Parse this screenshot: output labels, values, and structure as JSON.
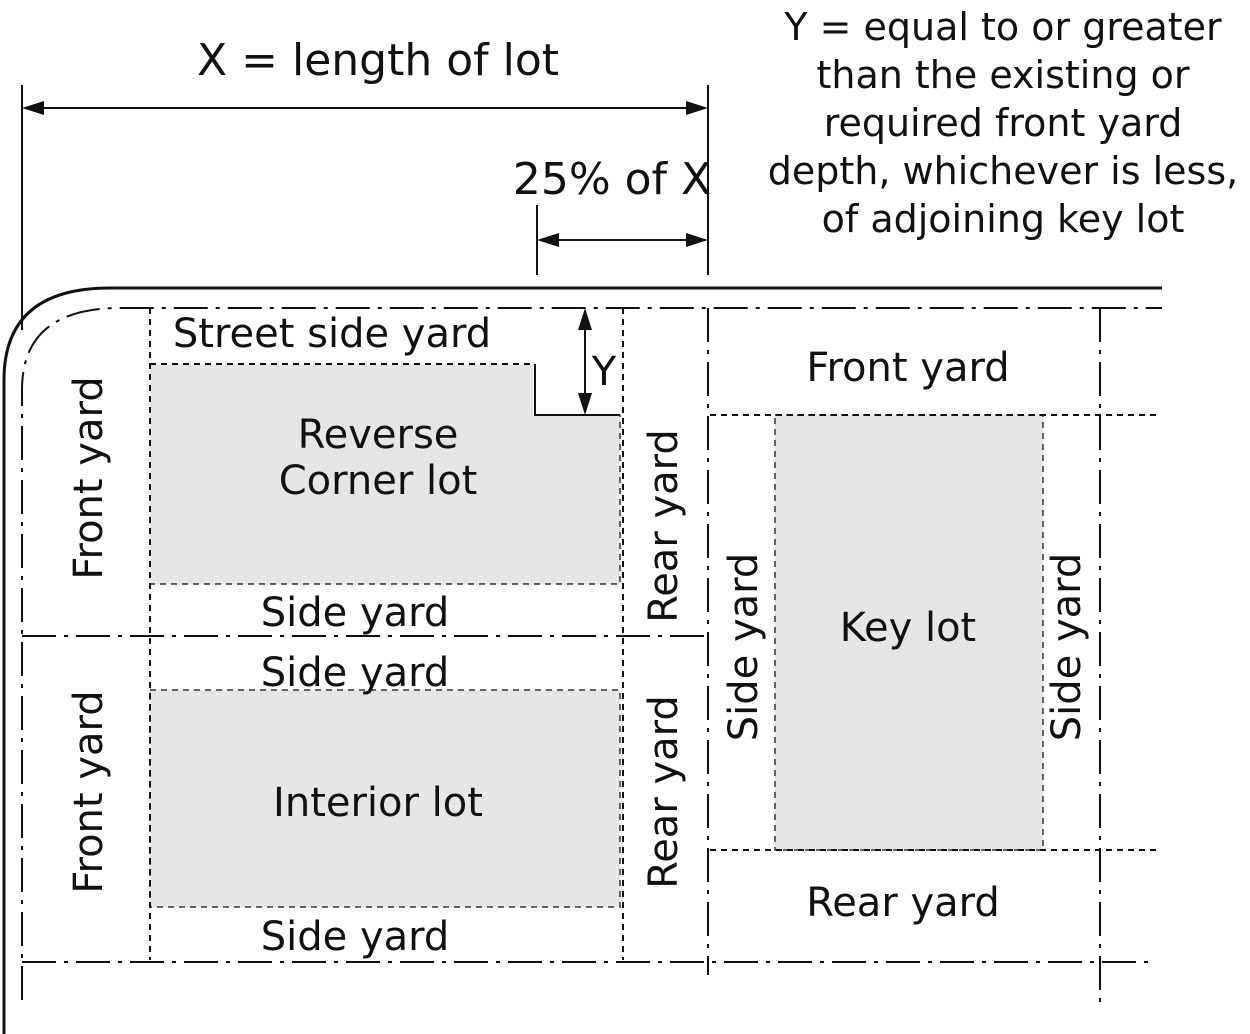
{
  "annotations": {
    "x_definition": "X = length of lot",
    "pct_label": "25% of X",
    "y_label": "Y",
    "y_definition_lines": [
      "Y = equal to or greater",
      "than the existing or",
      "required front yard",
      "depth, whichever is less,",
      "of adjoining key lot"
    ]
  },
  "reverse_corner": {
    "lot_label_lines": [
      "Reverse",
      "Corner lot"
    ],
    "street_side_yard": "Street side yard",
    "front_yard": "Front yard",
    "side_yard": "Side yard",
    "rear_yard": "Rear yard"
  },
  "interior": {
    "lot_label": "Interior lot",
    "front_yard": "Front yard",
    "side_yard_top": "Side yard",
    "side_yard_bottom": "Side yard",
    "rear_yard": "Rear yard"
  },
  "key": {
    "lot_label": "Key lot",
    "front_yard": "Front yard",
    "side_yard_left": "Side yard",
    "side_yard_right": "Side yard",
    "rear_yard": "Rear yard"
  },
  "colors": {
    "lot_fill": "#e6e6e6",
    "line": "#111111"
  }
}
